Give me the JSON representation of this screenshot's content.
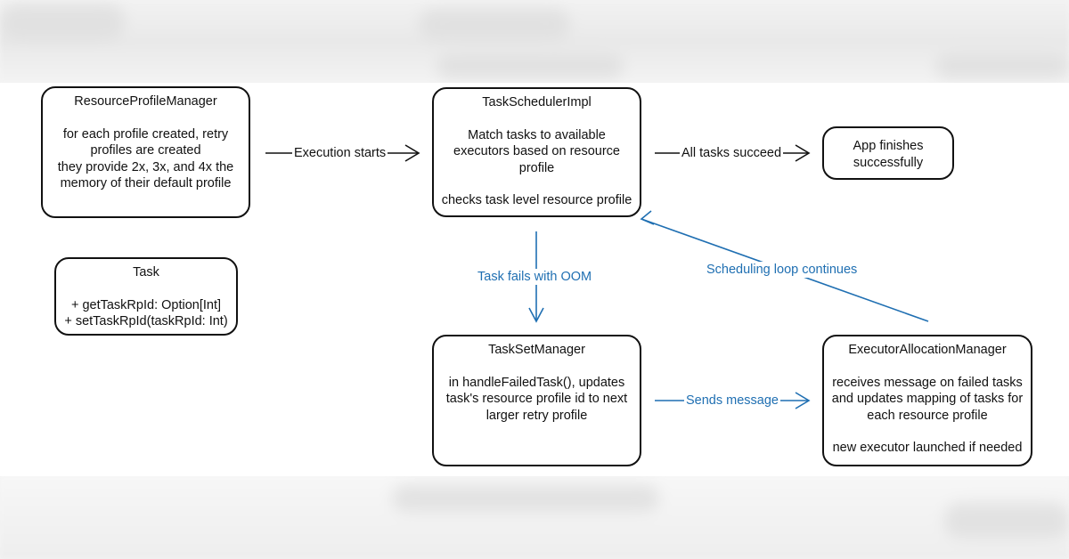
{
  "colors": {
    "black": "#111111",
    "blue": "#1f6fb2",
    "background": "#ffffff"
  },
  "nodes": {
    "resource_profile_manager": {
      "title": "ResourceProfileManager",
      "lines": [
        "for each profile created, retry",
        "profiles are created",
        "they provide 2x, 3x, and 4x the",
        "memory of their default profile"
      ]
    },
    "task": {
      "title": "Task",
      "lines": [
        "+ getTaskRpId: Option[Int]",
        "+ setTaskRpId(taskRpId: Int)"
      ]
    },
    "task_scheduler_impl": {
      "title": "TaskSchedulerImpl",
      "lines": [
        "Match tasks to available",
        "executors based on resource",
        "profile"
      ],
      "lines2": [
        "checks task level resource profile"
      ]
    },
    "app_finishes": {
      "lines": [
        "App finishes",
        "successfully"
      ]
    },
    "task_set_manager": {
      "title": "TaskSetManager",
      "lines": [
        "in handleFailedTask(), updates",
        "task's resource profile id to next",
        "larger retry profile"
      ]
    },
    "executor_allocation_manager": {
      "title": "ExecutorAllocationManager",
      "lines": [
        "receives message on failed tasks",
        "and updates mapping of tasks for",
        "each resource profile"
      ],
      "lines2": [
        "new executor launched if needed"
      ]
    }
  },
  "edges": {
    "execution_starts": "Execution starts",
    "all_tasks_succeed": "All tasks succeed",
    "task_fails_oom": "Task fails with OOM",
    "scheduling_loop": "Scheduling loop continues",
    "sends_message": "Sends message"
  }
}
